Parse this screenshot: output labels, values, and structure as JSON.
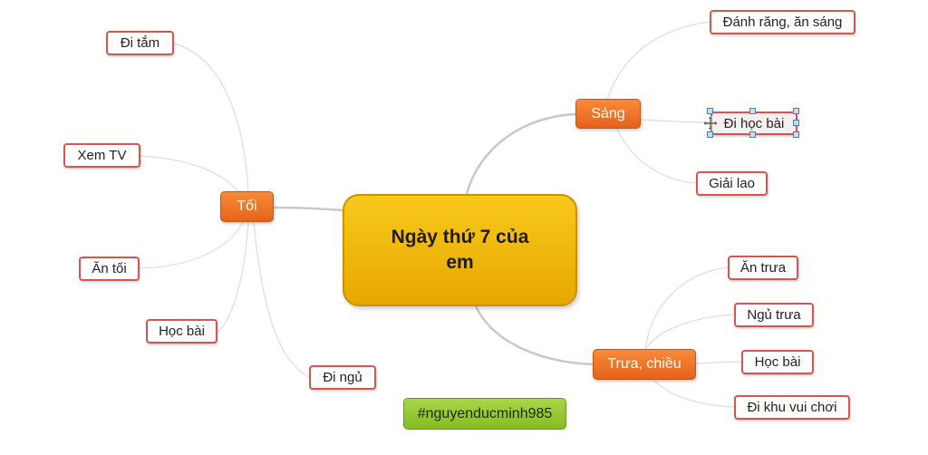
{
  "center": {
    "label": "Ngày thứ 7 của em"
  },
  "branches": {
    "sang": {
      "label": "Sáng"
    },
    "toi": {
      "label": "Tối"
    },
    "trua": {
      "label": "Trưa, chiều"
    }
  },
  "leaves": {
    "sang": [
      "Đánh răng, ăn sáng",
      "Đi học bài",
      "Giải lao"
    ],
    "toi": [
      "Đi tắm",
      "Xem TV",
      "Ăn tối",
      "Học bài",
      "Đi ngủ"
    ],
    "trua": [
      "Ăn trưa",
      "Ngủ trưa",
      "Học bài",
      "Đi khu vui chơi"
    ]
  },
  "tag": {
    "label": "#nguyenducminh985"
  },
  "colors": {
    "center_fill": "#f2b90f",
    "branch_fill": "#f07a2a",
    "leaf_border": "#d9534f",
    "tag_fill": "#9acb34",
    "connector": "#cccccc"
  },
  "selected_node": "Đi học bài"
}
